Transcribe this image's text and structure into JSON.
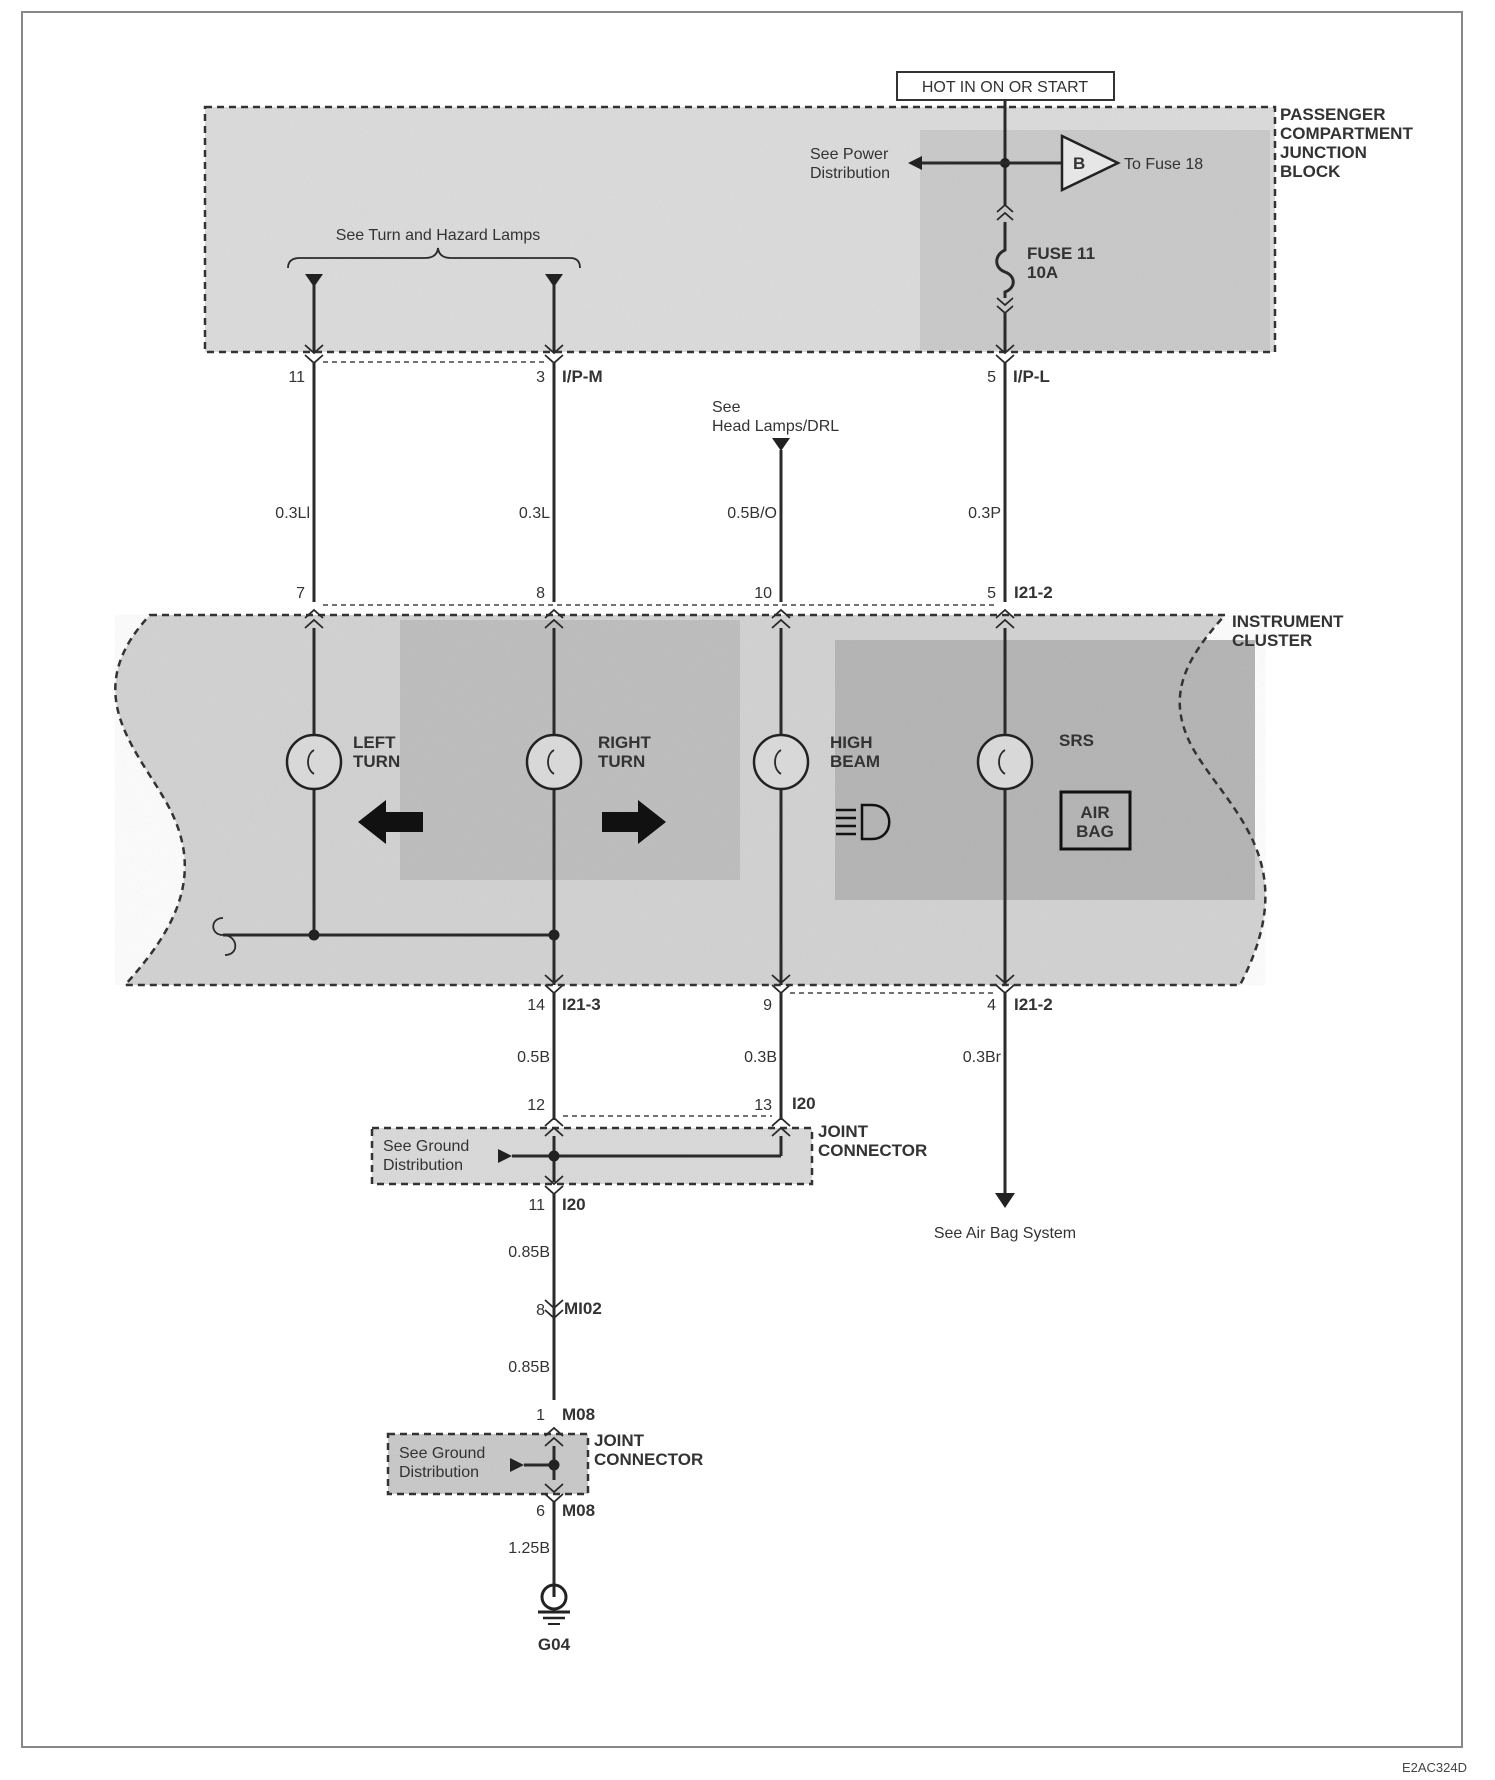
{
  "power_source": "HOT IN ON OR START",
  "junction_block": {
    "label": [
      "PASSENGER",
      "COMPARTMENT",
      "JUNCTION",
      "BLOCK"
    ],
    "see_power": [
      "See Power",
      "Distribution"
    ],
    "to_fuse": "To Fuse 18",
    "fuse_letter": "B",
    "fuse_name": "FUSE 11",
    "fuse_rating": "10A",
    "see_turn": "See Turn and Hazard Lamps"
  },
  "connectors_top": {
    "pin_11": "11",
    "pin_3": "3",
    "ipm": "I/P-M",
    "pin_5": "5",
    "ipl": "I/P-L"
  },
  "head_lamps": [
    "See",
    "Head Lamps/DRL"
  ],
  "wires_upper": {
    "w1": "0.3Ll",
    "w2": "0.3L",
    "w3": "0.5B/O",
    "w4": "0.3P"
  },
  "cluster_pins_top": {
    "p7": "7",
    "p8": "8",
    "p10": "10",
    "p5": "5",
    "conn": "I21-2"
  },
  "instrument_cluster": {
    "label": [
      "INSTRUMENT",
      "CLUSTER"
    ],
    "lamps": [
      {
        "l1": "LEFT",
        "l2": "TURN"
      },
      {
        "l1": "RIGHT",
        "l2": "TURN"
      },
      {
        "l1": "HIGH",
        "l2": "BEAM"
      },
      {
        "l1": "SRS",
        "l2": ""
      }
    ],
    "airbag": [
      "AIR",
      "BAG"
    ]
  },
  "cluster_pins_bottom": {
    "p14": "14",
    "c1": "I21-3",
    "p9": "9",
    "p4": "4",
    "c2": "I21-2"
  },
  "wires_lower": {
    "w1": "0.5B",
    "w2": "0.3B",
    "w3": "0.3Br"
  },
  "joint1": {
    "p12": "12",
    "p13": "13",
    "conn": "I20",
    "label": [
      "JOINT",
      "CONNECTOR"
    ],
    "see_ground": [
      "See Ground",
      "Distribution"
    ],
    "p11": "11",
    "conn2": "I20"
  },
  "see_airbag": "See Air Bag System",
  "ground_chain": {
    "w1": "0.85B",
    "p8": "8",
    "c1": "MI02",
    "w2": "0.85B",
    "p1": "1",
    "c2": "M08",
    "joint_label": [
      "JOINT",
      "CONNECTOR"
    ],
    "see_ground": [
      "See Ground",
      "Distribution"
    ],
    "p6": "6",
    "c3": "M08",
    "w3": "1.25B",
    "ground": "G04"
  },
  "figure_code": "E2AC324D"
}
